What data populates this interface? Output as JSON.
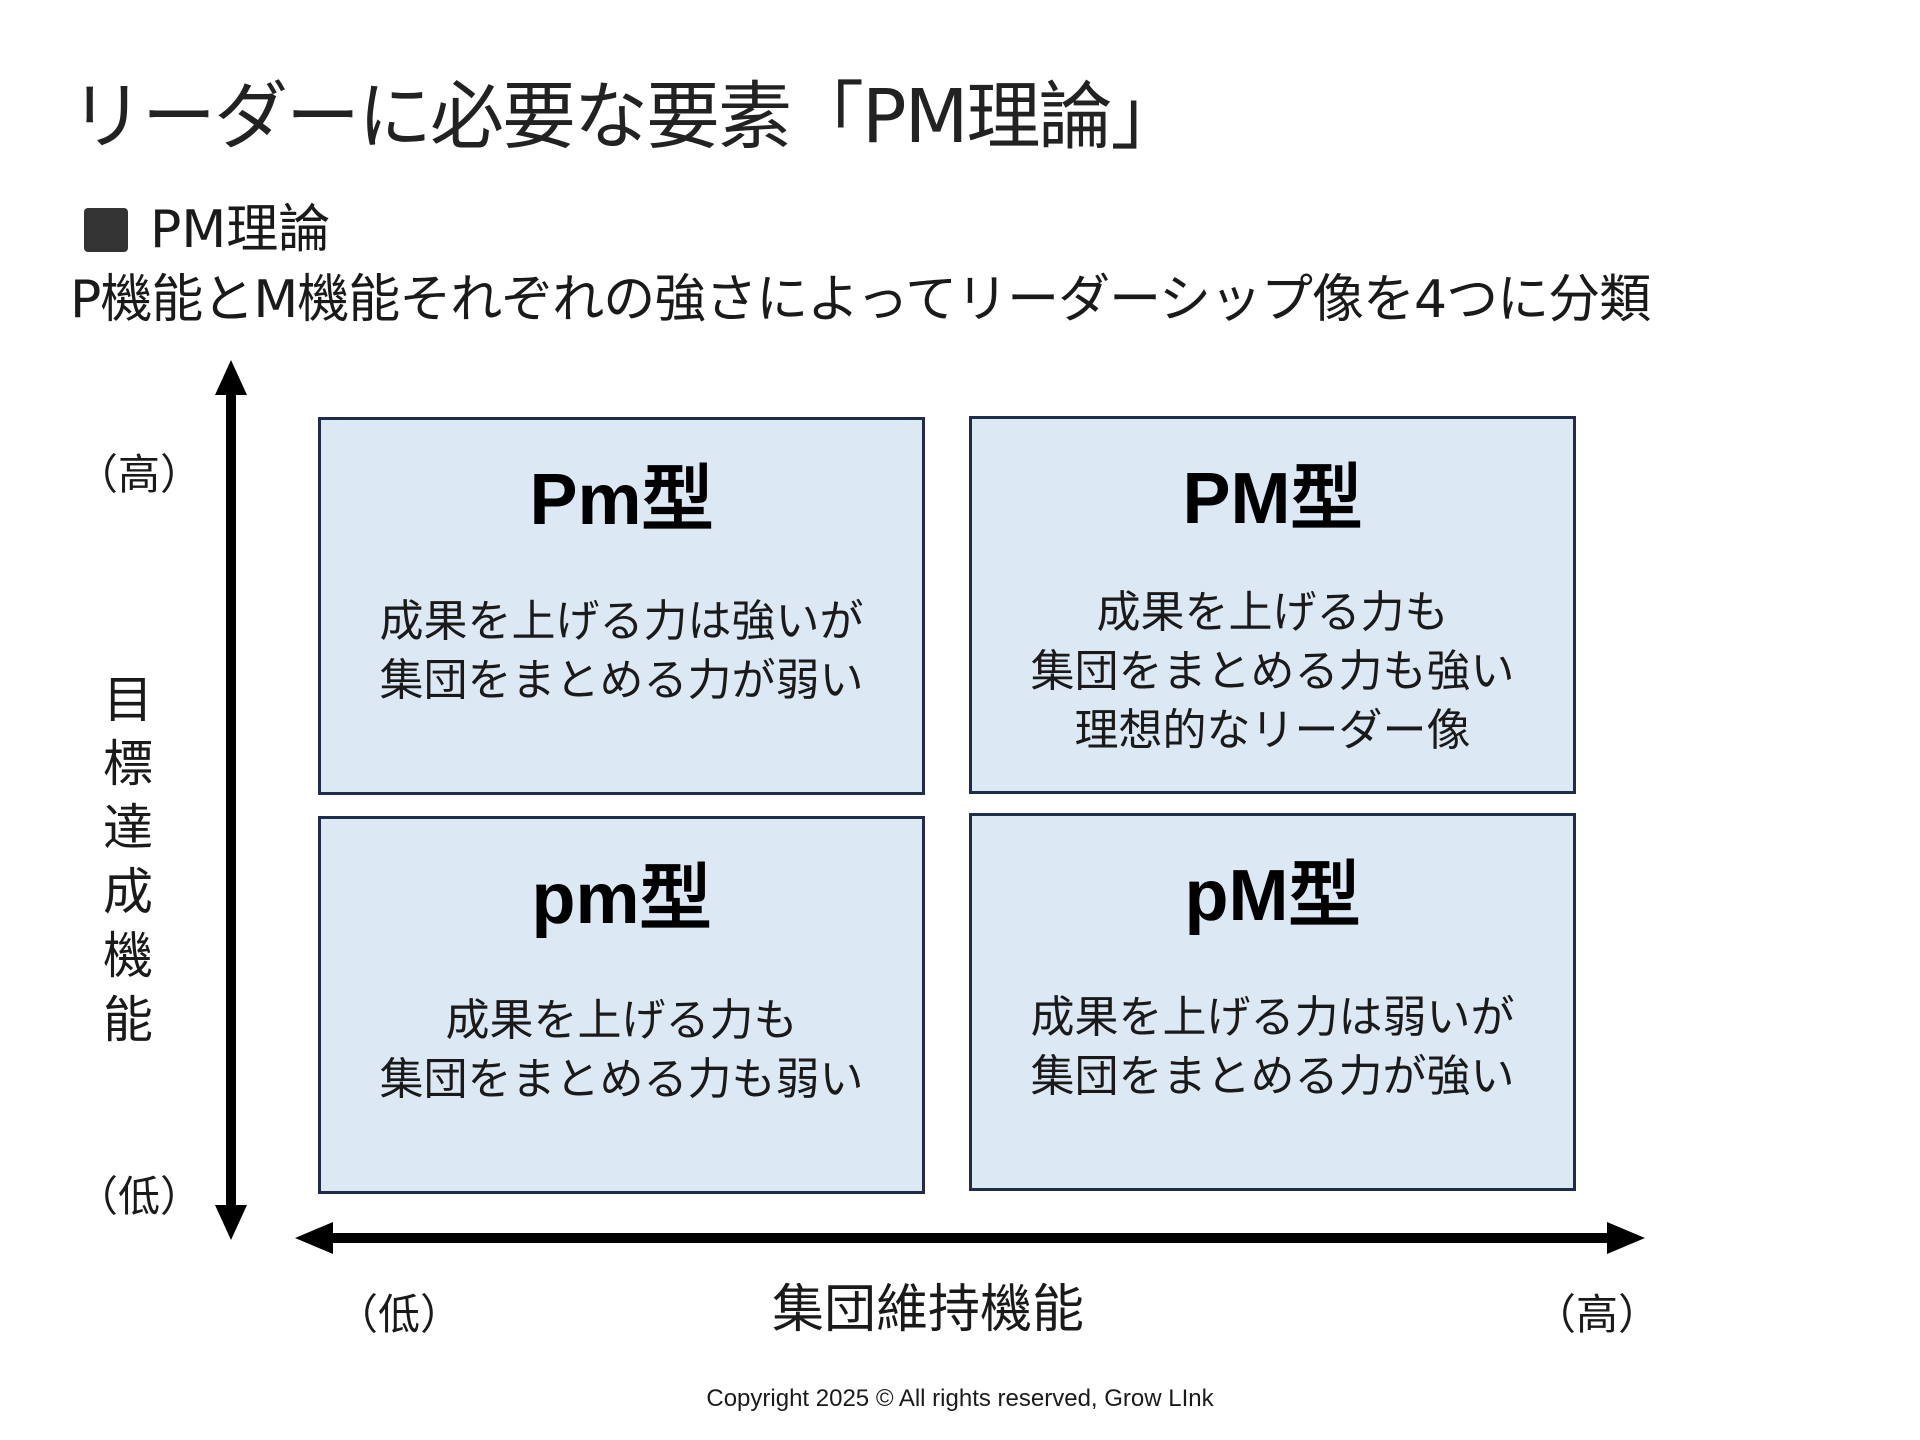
{
  "title": "リーダーに必要な要素「PM理論」",
  "section": {
    "heading": "PM理論",
    "description": "P機能とM機能それぞれの強さによってリーダーシップ像を4つに分類"
  },
  "y_axis": {
    "label": "目標達成機能",
    "high": "（高）",
    "low": "（低）"
  },
  "x_axis": {
    "label": "集団維持機能",
    "high": "（高）",
    "low": "（低）"
  },
  "quadrants": [
    {
      "type": "Pm型",
      "lines": [
        "成果を上げる力は強いが",
        "集団をまとめる力が弱い"
      ]
    },
    {
      "type": "PM型",
      "lines": [
        "成果を上げる力も",
        "集団をまとめる力も強い",
        "理想的なリーダー像"
      ]
    },
    {
      "type": "pm型",
      "lines": [
        "成果を上げる力も",
        "集団をまとめる力も弱い"
      ]
    },
    {
      "type": "pM型",
      "lines": [
        "成果を上げる力は弱いが",
        "集団をまとめる力が強い"
      ]
    }
  ],
  "footer": "Copyright 2025 © All rights reserved, Grow LInk",
  "colors": {
    "box_fill": "#dde8f5",
    "box_border": "#1f2d4a"
  }
}
